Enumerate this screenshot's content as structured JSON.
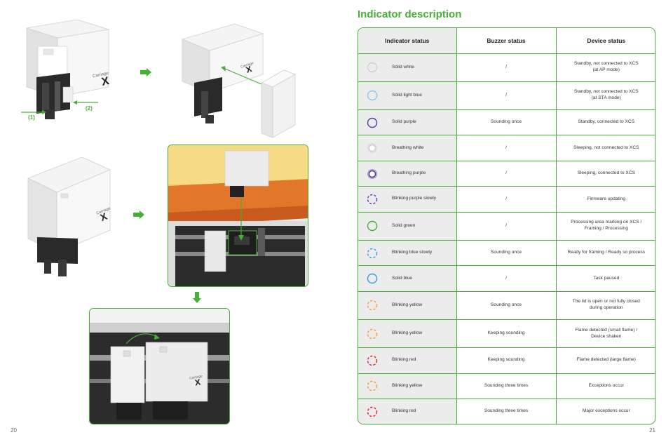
{
  "left_page": {
    "page_number": "20",
    "callout_1": "(1)",
    "callout_2": "(2)",
    "device_label_line1": "Carriage",
    "device_label_line2": "X"
  },
  "right_page": {
    "page_number": "21",
    "title": "Indicator description",
    "columns": [
      "Indicator status",
      "Buzzer status",
      "Device status"
    ],
    "rows": [
      {
        "icon": "solid-ring-icon",
        "color": "#cfcfcf",
        "style": "solid",
        "indicator": "Solid white",
        "buzzer": "/",
        "device_l1": "Standby, not connected to XCS",
        "device_l2": "(at AP mode)"
      },
      {
        "icon": "solid-ring-icon",
        "color": "#8ec6ea",
        "style": "solid",
        "indicator": "Solid light blue",
        "buzzer": "/",
        "device_l1": "Standby, not connected to XCS",
        "device_l2": "(at STA mode)"
      },
      {
        "icon": "solid-ring-icon",
        "color": "#5a3aa0",
        "style": "solid",
        "indicator": "Solid purple",
        "buzzer": "Sounding once",
        "device_l1": "Standby, connected to XCS",
        "device_l2": ""
      },
      {
        "icon": "breathing-ring-icon",
        "color": "#cfcfcf",
        "style": "breathing",
        "indicator": "Breathing white",
        "buzzer": "/",
        "device_l1": "Sleeping, not connected to XCS",
        "device_l2": ""
      },
      {
        "icon": "breathing-ring-icon",
        "color": "#5a3aa0",
        "style": "breathing",
        "indicator": "Breathing purple",
        "buzzer": "/",
        "device_l1": "Sleeping, connected to XCS",
        "device_l2": ""
      },
      {
        "icon": "blinking-ring-icon",
        "color": "#5a3aa0",
        "style": "dashed",
        "indicator": "Blinking purple slowly",
        "buzzer": "/",
        "device_l1": "Firmware updating",
        "device_l2": ""
      },
      {
        "icon": "solid-ring-icon",
        "color": "#46b036",
        "style": "solid",
        "indicator": "Solid green",
        "buzzer": "/",
        "device_l1": "Processing area marking on XCS /",
        "device_l2": "Framing / Processing"
      },
      {
        "icon": "blinking-ring-icon",
        "color": "#2fa0e0",
        "style": "dashed",
        "indicator": "Blinking blue slowly",
        "buzzer": "Sounding once",
        "device_l1": "Ready for framing / Ready so process",
        "device_l2": ""
      },
      {
        "icon": "solid-ring-icon",
        "color": "#2fa0e0",
        "style": "solid",
        "indicator": "Solid blue",
        "buzzer": "/",
        "device_l1": "Task paused",
        "device_l2": ""
      },
      {
        "icon": "blinking-ring-icon",
        "color": "#f0a030",
        "style": "dashed",
        "indicator": "Blinking yellow",
        "buzzer": "Sounding once",
        "device_l1": "The lid is open or not fully closed",
        "device_l2": "during operation"
      },
      {
        "icon": "blinking-ring-icon",
        "color": "#f0a030",
        "style": "dashed",
        "indicator": "Blinking yellow",
        "buzzer": "Keeping sounding",
        "device_l1": "Flame detected (small flame) /",
        "device_l2": "Device shaken"
      },
      {
        "icon": "blinking-ring-icon",
        "color": "#e02020",
        "style": "dashed",
        "indicator": "Blinking red",
        "buzzer": "Keeping sounding",
        "device_l1": "Flame detected (large flame)",
        "device_l2": ""
      },
      {
        "icon": "blinking-ring-icon",
        "color": "#f0a030",
        "style": "dashed",
        "indicator": "Blinking yellow",
        "buzzer": "Sounding three times",
        "device_l1": "Exceptions occur",
        "device_l2": ""
      },
      {
        "icon": "blinking-ring-icon",
        "color": "#e02020",
        "style": "dashed",
        "indicator": "Blinking red",
        "buzzer": "Sounding three times",
        "device_l1": "Major exceptions occur",
        "device_l2": ""
      }
    ]
  }
}
